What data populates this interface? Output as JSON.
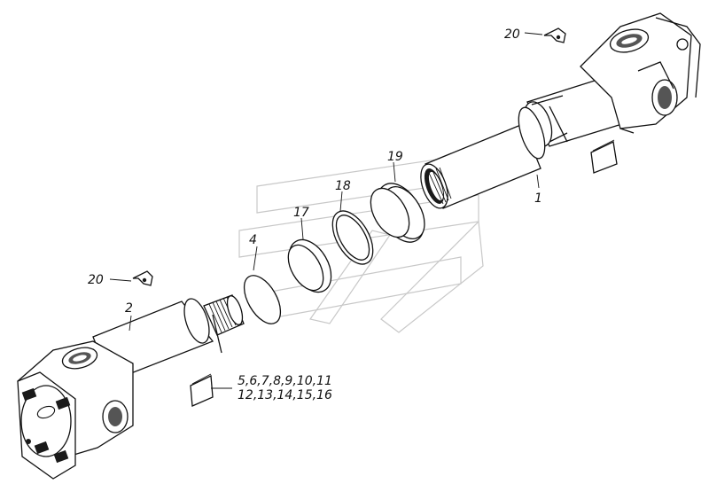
{
  "labels": {
    "part_1": "1",
    "part_2": "2",
    "part_4": "4",
    "part_17": "17",
    "part_18": "18",
    "part_19": "19",
    "part_20_top": "20",
    "part_20_left": "20",
    "kit_line_1": "5,6,7,8,9,10,11",
    "kit_line_2": "12,13,14,15,16"
  }
}
